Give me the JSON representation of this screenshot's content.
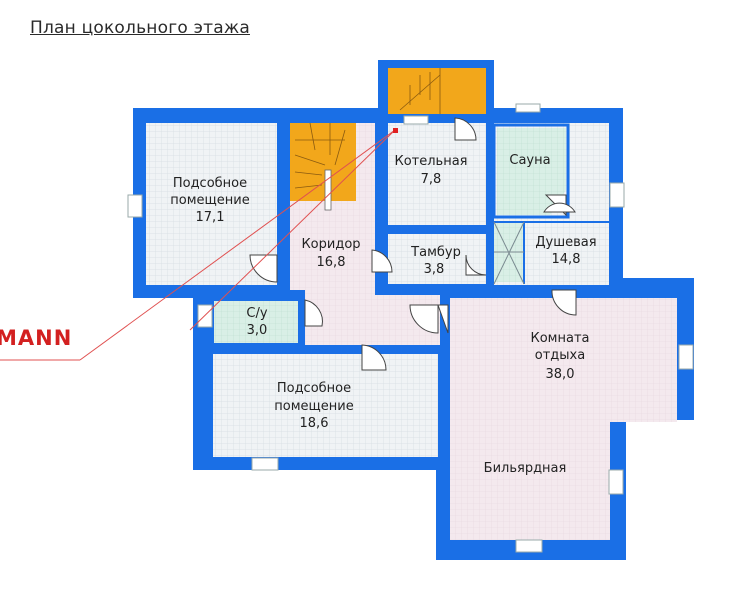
{
  "title": "План цокольного этажа",
  "brand": "MANN",
  "colors": {
    "wall": "#1a73e8",
    "grid_room": "#eef2f4",
    "pink_room": "#f3e8ec",
    "green_room": "#d6efe4",
    "stair": "#f2a71b"
  },
  "rooms": {
    "storage_top": {
      "name": "Подсобное\nпомещение",
      "area": "17,1"
    },
    "boiler": {
      "name": "Котельная",
      "area": "7,8"
    },
    "sauna": {
      "name": "Сауна"
    },
    "corridor": {
      "name": "Коридор",
      "area": "16,8"
    },
    "vestibule": {
      "name": "Тамбур",
      "area": "3,8"
    },
    "shower": {
      "name": "Душевая",
      "area": "14,8"
    },
    "wc": {
      "name": "С/у",
      "area": "3,0"
    },
    "lounge": {
      "name": "Комната\nотдыха",
      "area": "38,0"
    },
    "storage_bottom": {
      "name": "Подсобное\nпомещение",
      "area": "18,6"
    },
    "billiard": {
      "name": "Бильярдная"
    }
  }
}
